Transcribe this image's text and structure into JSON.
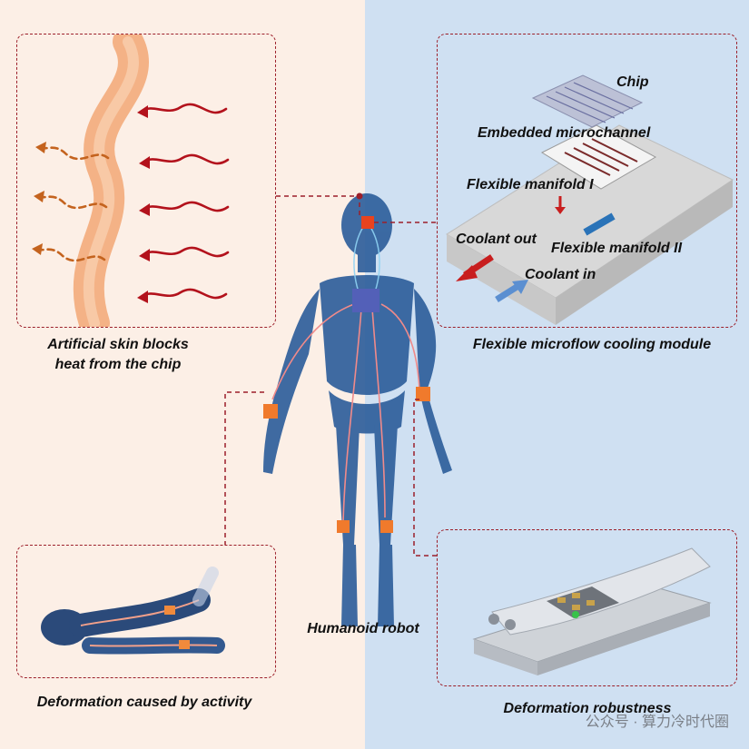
{
  "captions": {
    "skin_line1": "Artificial skin blocks",
    "skin_line2": "heat from the chip",
    "cooling_module": "Flexible microflow cooling module",
    "activity": "Deformation caused by activity",
    "robustness": "Deformation robustness",
    "robot": "Humanoid robot"
  },
  "module_labels": {
    "chip": "Chip",
    "microchannel": "Embedded microchannel",
    "manifold1": "Flexible manifold I",
    "manifold2": "Flexible manifold II",
    "coolant_out": "Coolant out",
    "coolant_in": "Coolant in"
  },
  "watermark": "公众号 · 算力冷时代圈",
  "colors": {
    "left_bg": "#fcefe6",
    "right_bg": "#cfe0f2",
    "dash": "#9c1f2a",
    "heat_wave": "#b3121c",
    "blocked_heat": "#c4631e",
    "skin": "#f4b286"
  }
}
